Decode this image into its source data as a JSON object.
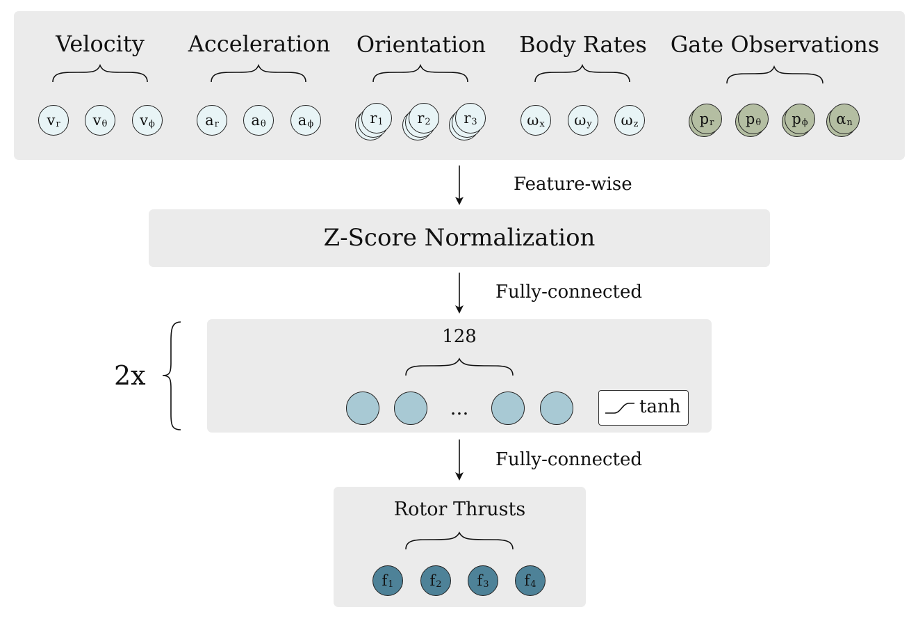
{
  "input_panel": {
    "groups": [
      {
        "title": "Velocity",
        "nodes": [
          {
            "base": "v",
            "sub": "r"
          },
          {
            "base": "v",
            "sub": "θ"
          },
          {
            "base": "v",
            "sub": "ϕ"
          }
        ]
      },
      {
        "title": "Acceleration",
        "nodes": [
          {
            "base": "a",
            "sub": "r"
          },
          {
            "base": "a",
            "sub": "θ"
          },
          {
            "base": "a",
            "sub": "ϕ"
          }
        ]
      },
      {
        "title": "Orientation",
        "nodes": [
          {
            "base": "r",
            "sub": "1"
          },
          {
            "base": "r",
            "sub": "2"
          },
          {
            "base": "r",
            "sub": "3"
          }
        ]
      },
      {
        "title": "Body Rates",
        "nodes": [
          {
            "base": "ω",
            "sub": "x"
          },
          {
            "base": "ω",
            "sub": "y"
          },
          {
            "base": "ω",
            "sub": "z"
          }
        ]
      },
      {
        "title": "Gate Observations",
        "nodes": [
          {
            "base": "p",
            "sub": "r"
          },
          {
            "base": "p",
            "sub": "θ"
          },
          {
            "base": "p",
            "sub": "ϕ"
          },
          {
            "base": "α",
            "sub": "n"
          }
        ]
      }
    ]
  },
  "arrow_labels": {
    "first": "Feature-wise",
    "second": "Fully-connected",
    "third": "Fully-connected"
  },
  "normalization": {
    "title": "Z-Score Normalization"
  },
  "hidden_layer": {
    "size_label": "128",
    "ellipsis": "...",
    "activation": "tanh",
    "repeat_label": "2x"
  },
  "output": {
    "title": "Rotor Thrusts",
    "nodes": [
      {
        "base": "f",
        "sub": "1"
      },
      {
        "base": "f",
        "sub": "2"
      },
      {
        "base": "f",
        "sub": "3"
      },
      {
        "base": "f",
        "sub": "4"
      }
    ]
  },
  "colors": {
    "panel": "#ebebeb",
    "input_node": "#e8f4f6",
    "gate_node": "#b4bea2",
    "hidden_node": "#a8c9d4",
    "output_node": "#4e8298"
  }
}
